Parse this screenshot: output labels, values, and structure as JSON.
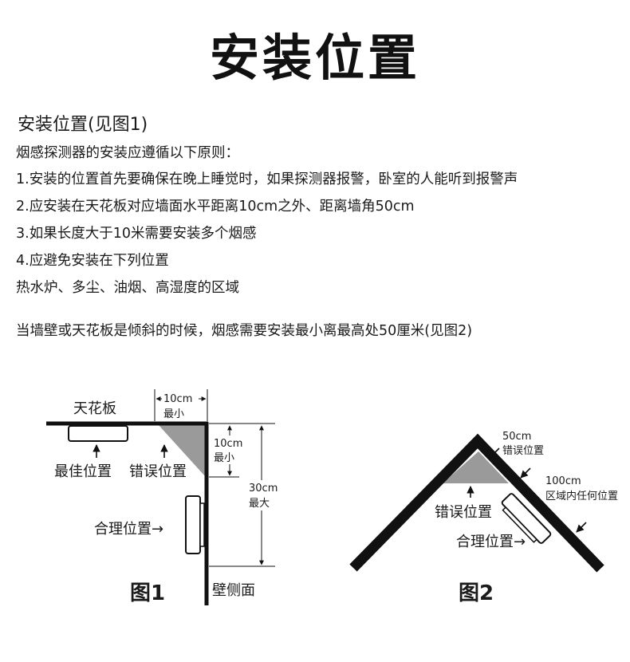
{
  "title": "安装位置",
  "section_heading": "安装位置(见图1)",
  "intro": "烟感探测器的安装应遵循以下原则：",
  "rules": [
    "1.安装的位置首先要确保在晚上睡觉时，如果探测器报警，卧室的人能听到报警声",
    "2.应安装在天花板对应墙面水平距离10cm之外、距离墙角50cm",
    "3.如果长度大于10米需要安装多个烟感",
    "4.应避免安装在下列位置",
    "热水炉、多尘、油烟、高湿度的区域"
  ],
  "slope_note": "当墙壁或天花板是倾斜的时候，烟感需要安装最小离最高处50厘米(见图2)",
  "figure1": {
    "caption": "图1",
    "ceiling_label": "天花板",
    "wall_label": "壁侧面",
    "dim_10cm_top": "10cm",
    "dim_10cm_top_min": "最小",
    "dim_10cm_side": "10cm",
    "dim_10cm_side_min": "最小",
    "dim_30cm": "30cm",
    "dim_30cm_max": "最大",
    "best_label": "最佳位置",
    "wrong_label": "错误位置",
    "ok_label": "合理位置→"
  },
  "figure2": {
    "caption": "图2",
    "dim_50cm": "50cm",
    "dim_50cm_wrong": "错误位置",
    "dim_100cm": "100cm",
    "dim_100cm_note": "区域内任何位置",
    "wrong_label": "错误位置",
    "ok_label": "合理位置→"
  },
  "colors": {
    "line": "#111111",
    "shade": "#9a9a9a",
    "text": "#1a1a1a"
  }
}
